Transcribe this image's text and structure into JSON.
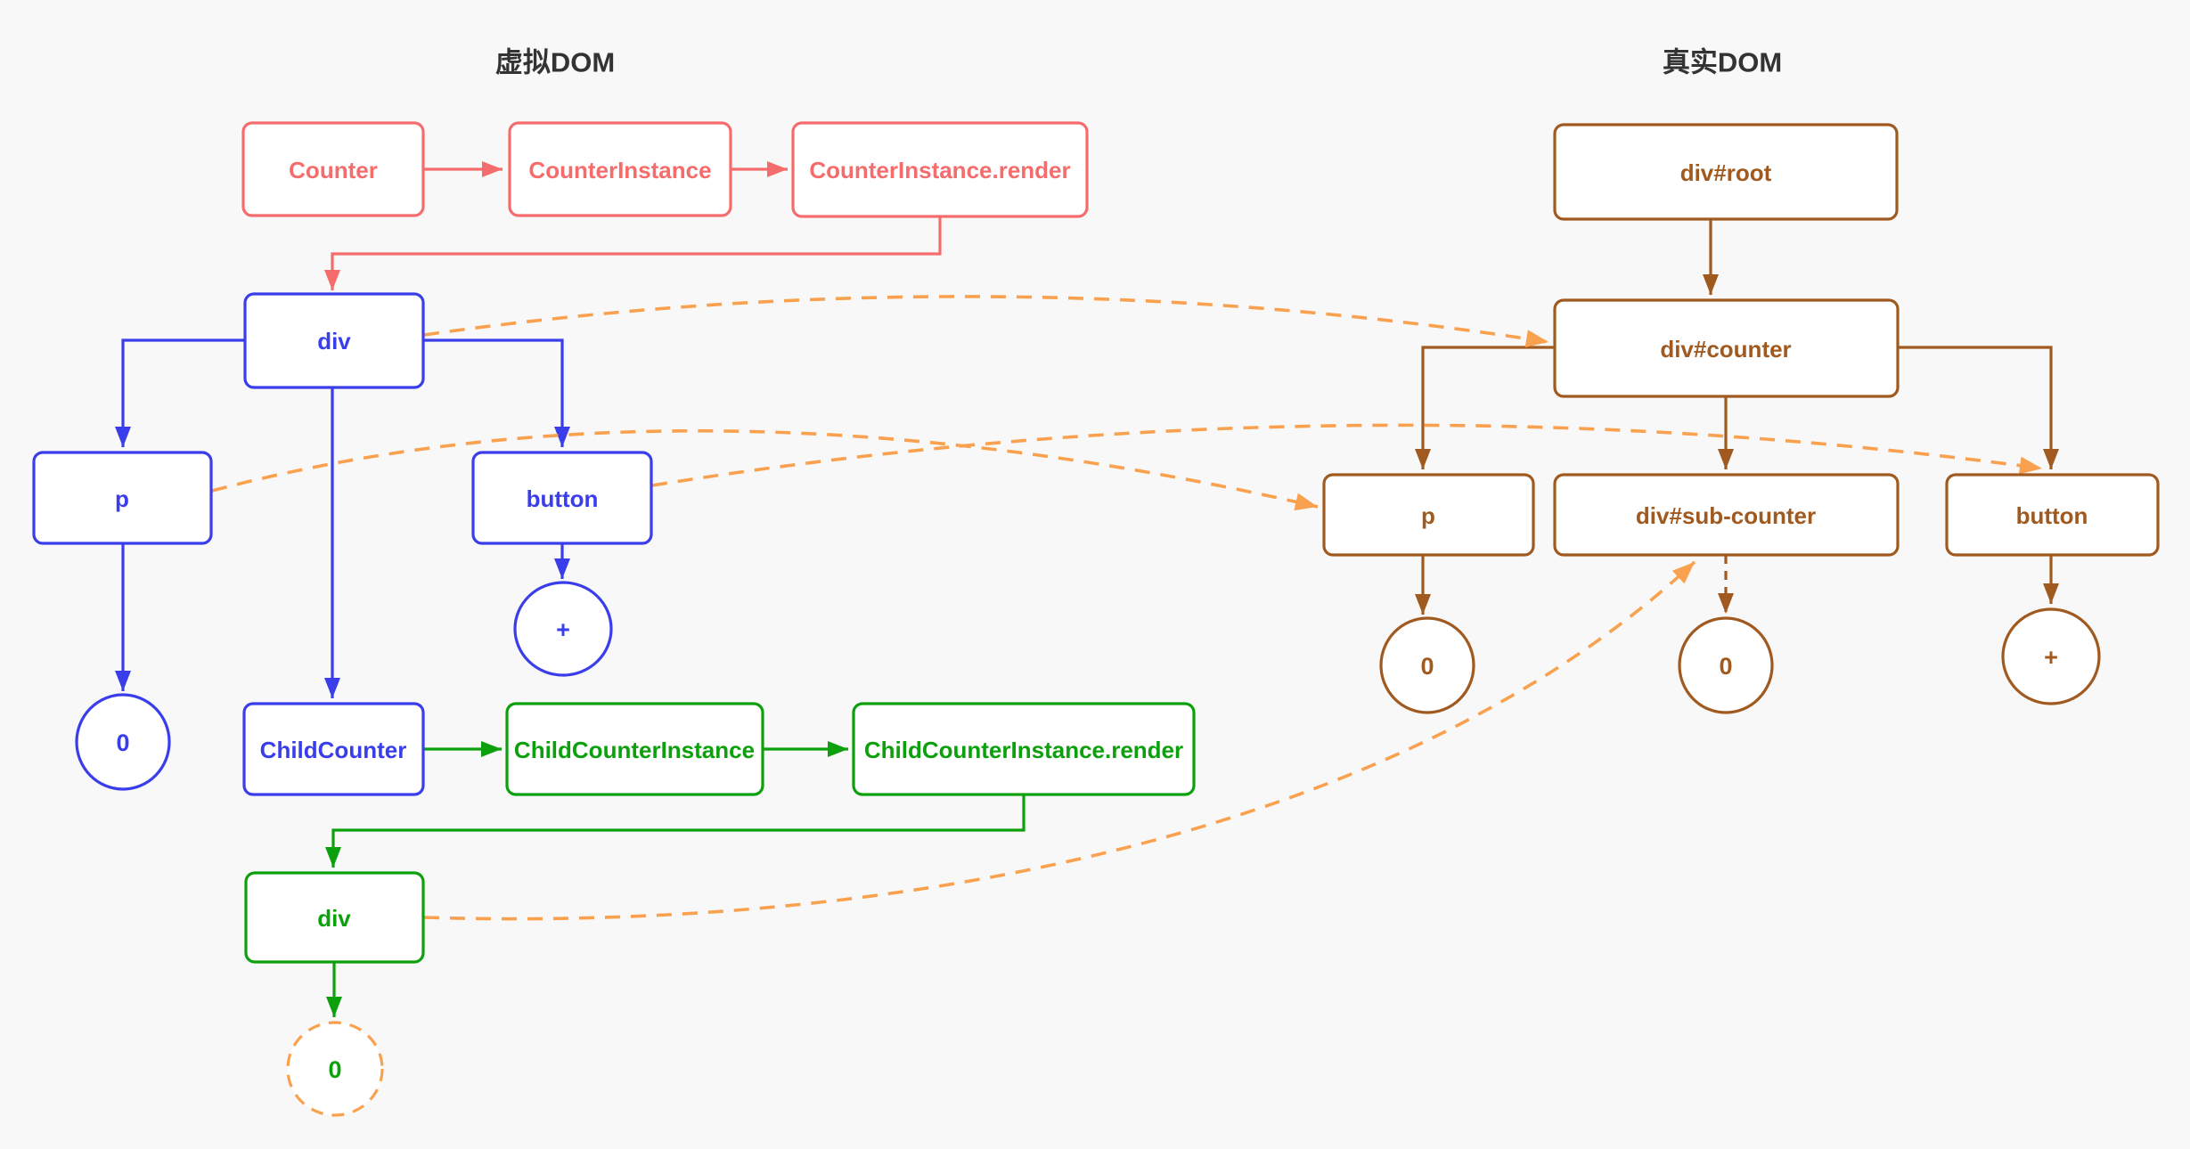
{
  "titles": {
    "virtual_dom": "虚拟DOM",
    "real_dom": "真实DOM"
  },
  "vdom": {
    "counter": "Counter",
    "counter_instance": "CounterInstance",
    "counter_instance_render": "CounterInstance.render",
    "div": "div",
    "p": "p",
    "button": "button",
    "p_value": "0",
    "button_value": "+",
    "child_counter": "ChildCounter",
    "child_counter_instance": "ChildCounterInstance",
    "child_counter_instance_render": "ChildCounterInstance.render",
    "child_div": "div",
    "child_div_value": "0"
  },
  "rdom": {
    "root": "div#root",
    "counter": "div#counter",
    "p": "p",
    "sub_counter": "div#sub-counter",
    "button": "button",
    "p_value": "0",
    "sub_counter_value": "0",
    "button_value": "+"
  },
  "colors": {
    "bg": "#f8f8f8",
    "ink": "#333333",
    "red": "#f56c6c",
    "blue": "#3a3eea",
    "green": "#0ca10c",
    "brown": "#a05a20",
    "orange": "#f9a14e"
  }
}
